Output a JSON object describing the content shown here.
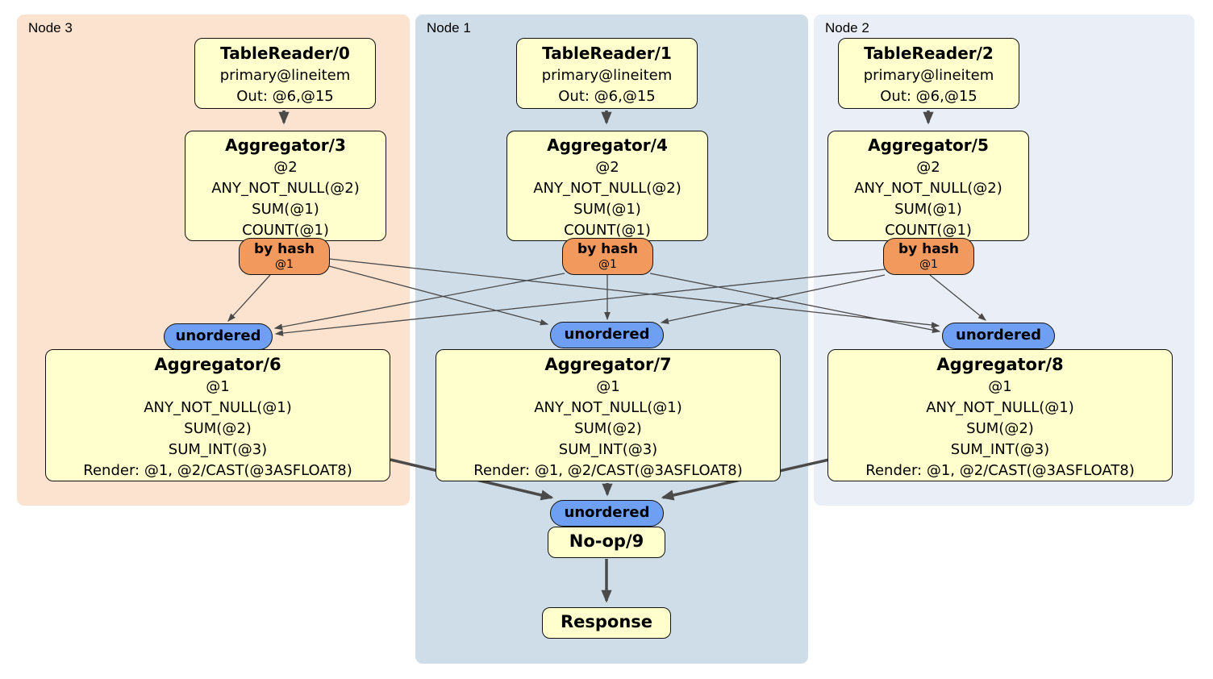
{
  "panels": [
    {
      "label": "Node 3"
    },
    {
      "label": "Node 1"
    },
    {
      "label": "Node 2"
    }
  ],
  "nodes": {
    "tablereader0": {
      "title": "TableReader/0",
      "lines": [
        "primary@lineitem",
        "Out: @6,@15"
      ]
    },
    "tablereader1": {
      "title": "TableReader/1",
      "lines": [
        "primary@lineitem",
        "Out: @6,@15"
      ]
    },
    "tablereader2": {
      "title": "TableReader/2",
      "lines": [
        "primary@lineitem",
        "Out: @6,@15"
      ]
    },
    "aggregator3": {
      "title": "Aggregator/3",
      "lines": [
        "@2",
        "ANY_NOT_NULL(@2)",
        "SUM(@1)",
        "COUNT(@1)"
      ]
    },
    "aggregator4": {
      "title": "Aggregator/4",
      "lines": [
        "@2",
        "ANY_NOT_NULL(@2)",
        "SUM(@1)",
        "COUNT(@1)"
      ]
    },
    "aggregator5": {
      "title": "Aggregator/5",
      "lines": [
        "@2",
        "ANY_NOT_NULL(@2)",
        "SUM(@1)",
        "COUNT(@1)"
      ]
    },
    "aggregator6": {
      "title": "Aggregator/6",
      "lines": [
        "@1",
        "ANY_NOT_NULL(@1)",
        "SUM(@2)",
        "SUM_INT(@3)",
        "Render: @1, @2/CAST(@3ASFLOAT8)"
      ]
    },
    "aggregator7": {
      "title": "Aggregator/7",
      "lines": [
        "@1",
        "ANY_NOT_NULL(@1)",
        "SUM(@2)",
        "SUM_INT(@3)",
        "Render: @1, @2/CAST(@3ASFLOAT8)"
      ]
    },
    "aggregator8": {
      "title": "Aggregator/8",
      "lines": [
        "@1",
        "ANY_NOT_NULL(@1)",
        "SUM(@2)",
        "SUM_INT(@3)",
        "Render: @1, @2/CAST(@3ASFLOAT8)"
      ]
    },
    "noop9": {
      "title": "No-op/9"
    },
    "response": {
      "title": "Response"
    }
  },
  "routers": {
    "by_hash": {
      "label": "by hash",
      "detail": "@1"
    },
    "unordered": {
      "label": "unordered"
    }
  },
  "colors": {
    "panel-node3": "#fce3d0",
    "panel-node1": "#cfdde9",
    "panel-node2": "#eaeef7",
    "box-fill": "#ffffce",
    "hash-fill": "#f29a5e",
    "stream-fill": "#6f9ff3",
    "edge": "#4a4a4a"
  }
}
